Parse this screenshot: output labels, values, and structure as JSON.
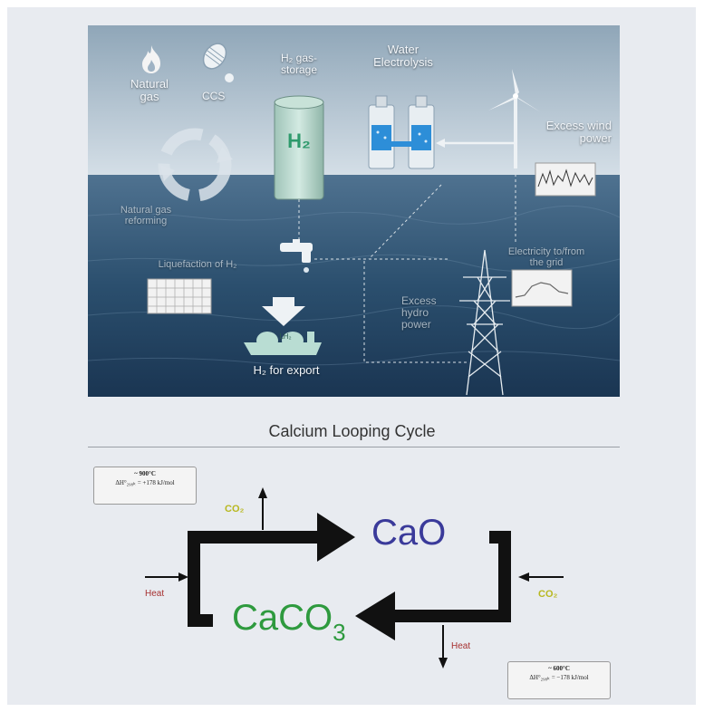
{
  "top_panel": {
    "natural_gas": "Natural gas",
    "ccs": "CCS",
    "h2_storage": "H₂ gas-storage",
    "h2_symbol": "H₂",
    "water_electrolysis": "Water Electrolysis",
    "excess_wind": "Excess wind power",
    "reforming_label": "Natural gas reforming",
    "liquefaction_label": "Liquefaction of H₂",
    "electricity_label": "Electricity to/from the grid",
    "excess_hydro": "Excess hydro power",
    "lh2_label": "LH₂",
    "h2_export": "H₂ for export"
  },
  "bottom_panel": {
    "title": "Calcium Looping Cycle",
    "cao": "CaO",
    "caco3_main": "CaCO",
    "caco3_sub": "3",
    "co2_top": "CO₂",
    "co2_right": "CO₂",
    "heat_left": "Heat",
    "heat_bottom": "Heat",
    "formula_top": {
      "temp": "~ 900°C",
      "eq": "ΔH°₂₉₈ₖ = +178 kJ/mol"
    },
    "formula_bottom": {
      "temp": "~ 600°C",
      "eq": "ΔH°₂₉₈ₖ = −178 kJ/mol"
    }
  },
  "colors": {
    "cao": "#3a3a9a",
    "caco3": "#2e9a3e",
    "co2": "#b8b820",
    "heat": "#a63030",
    "arrow": "#111111"
  }
}
